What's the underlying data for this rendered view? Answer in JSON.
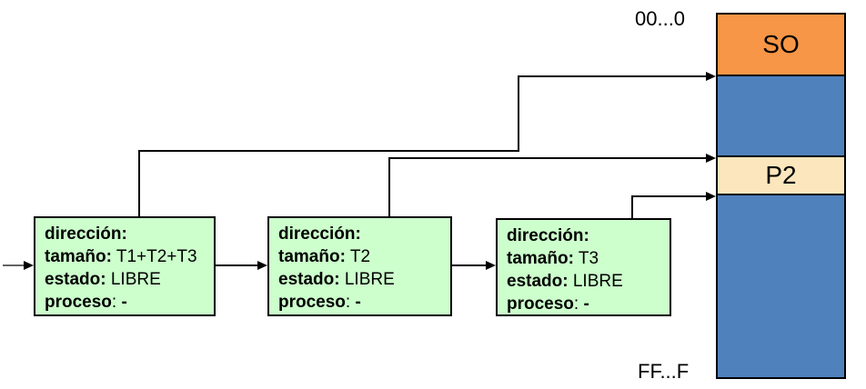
{
  "colors": {
    "so_orange": "#F79646",
    "memory_blue": "#4F81BD",
    "p2_cream": "#FCE6BD",
    "node_green": "#CCFFCC",
    "line": "#000000"
  },
  "memory_map": {
    "top_address_label": "00...0",
    "bottom_address_label": "FF...F",
    "segments": [
      {
        "id": "so",
        "label": "SO",
        "color": "#F79646"
      },
      {
        "id": "block-1",
        "label": "",
        "color": "#4F81BD"
      },
      {
        "id": "p2",
        "label": "P2",
        "color": "#FCE6BD"
      },
      {
        "id": "block-2",
        "label": "",
        "color": "#4F81BD"
      }
    ]
  },
  "free_list": {
    "nodes": [
      {
        "rows": [
          {
            "label": "dirección:",
            "value": ""
          },
          {
            "label": "tamaño:",
            "value": " T1+T2+T3"
          },
          {
            "label": "estado:",
            "value": " LIBRE"
          },
          {
            "label": "proceso",
            "value": ": ",
            "suffix": "-"
          }
        ]
      },
      {
        "rows": [
          {
            "label": "dirección:",
            "value": ""
          },
          {
            "label": "tamaño:",
            "value": " T2"
          },
          {
            "label": "estado:",
            "value": " LIBRE"
          },
          {
            "label": "proceso",
            "value": ": ",
            "suffix": "-"
          }
        ]
      },
      {
        "rows": [
          {
            "label": "dirección:",
            "value": ""
          },
          {
            "label": "tamaño:",
            "value": " T3"
          },
          {
            "label": "estado:",
            "value": " LIBRE"
          },
          {
            "label": "proceso",
            "value": ": ",
            "suffix": "-"
          }
        ]
      }
    ]
  }
}
